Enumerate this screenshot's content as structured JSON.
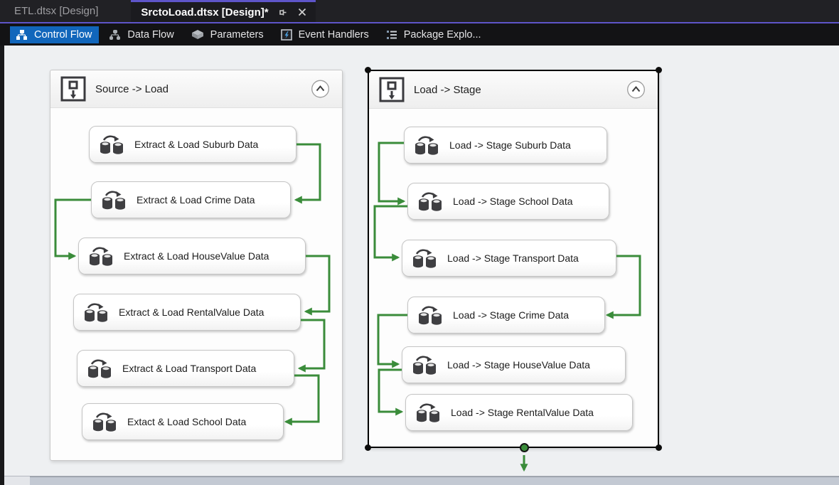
{
  "title_tabs": [
    {
      "label": "ETL.dtsx [Design]",
      "active": false
    },
    {
      "label": "SrctoLoad.dtsx [Design]*",
      "active": true
    }
  ],
  "designer_tabs": [
    {
      "label": "Control Flow",
      "selected": true
    },
    {
      "label": "Data Flow",
      "selected": false
    },
    {
      "label": "Parameters",
      "selected": false
    },
    {
      "label": "Event Handlers",
      "selected": false
    },
    {
      "label": "Package Explo...",
      "selected": false
    }
  ],
  "containers": [
    {
      "title": "Source -> Load",
      "selected": false,
      "tasks": [
        "Extract & Load Suburb Data",
        "Extract & Load Crime Data",
        "Extract & Load HouseValue Data",
        "Extract & Load RentalValue Data",
        "Extract & Load Transport Data",
        "Extact & Load School Data"
      ]
    },
    {
      "title": "Load -> Stage",
      "selected": true,
      "tasks": [
        "Load -> Stage Suburb Data",
        "Load -> Stage School Data",
        "Load -> Stage Transport Data",
        "Load -> Stage Crime Data",
        "Load -> Stage HouseValue Data",
        "Load -> Stage RentalValue Data"
      ]
    }
  ],
  "colors": {
    "accent_purple": "#5e55c9",
    "selected_designer_tab_blue": "#1166bb",
    "connector_green": "#3a8c3a",
    "surface_gray": "#eef0f2"
  }
}
